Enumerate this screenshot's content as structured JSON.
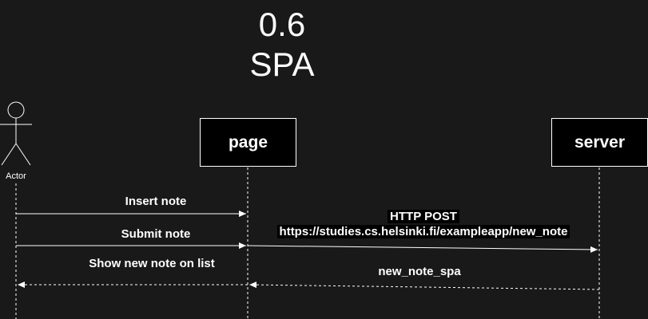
{
  "diagram": {
    "title_line_1": "0.6",
    "title_line_2": "SPA",
    "actor_label": "Actor",
    "participants": {
      "page": "page",
      "server": "server"
    },
    "messages": {
      "insert_note": "Insert note",
      "submit_note": "Submit note",
      "http_post_line_1": "HTTP POST",
      "http_post_line_2": "https://studies.cs.helsinki.fi/exampleapp/new_note",
      "show_new_note": "Show new note on list",
      "new_note_spa": "new_note_spa"
    },
    "colors": {
      "background": "#191919",
      "line": "#ffffff",
      "box": "#000000"
    }
  }
}
